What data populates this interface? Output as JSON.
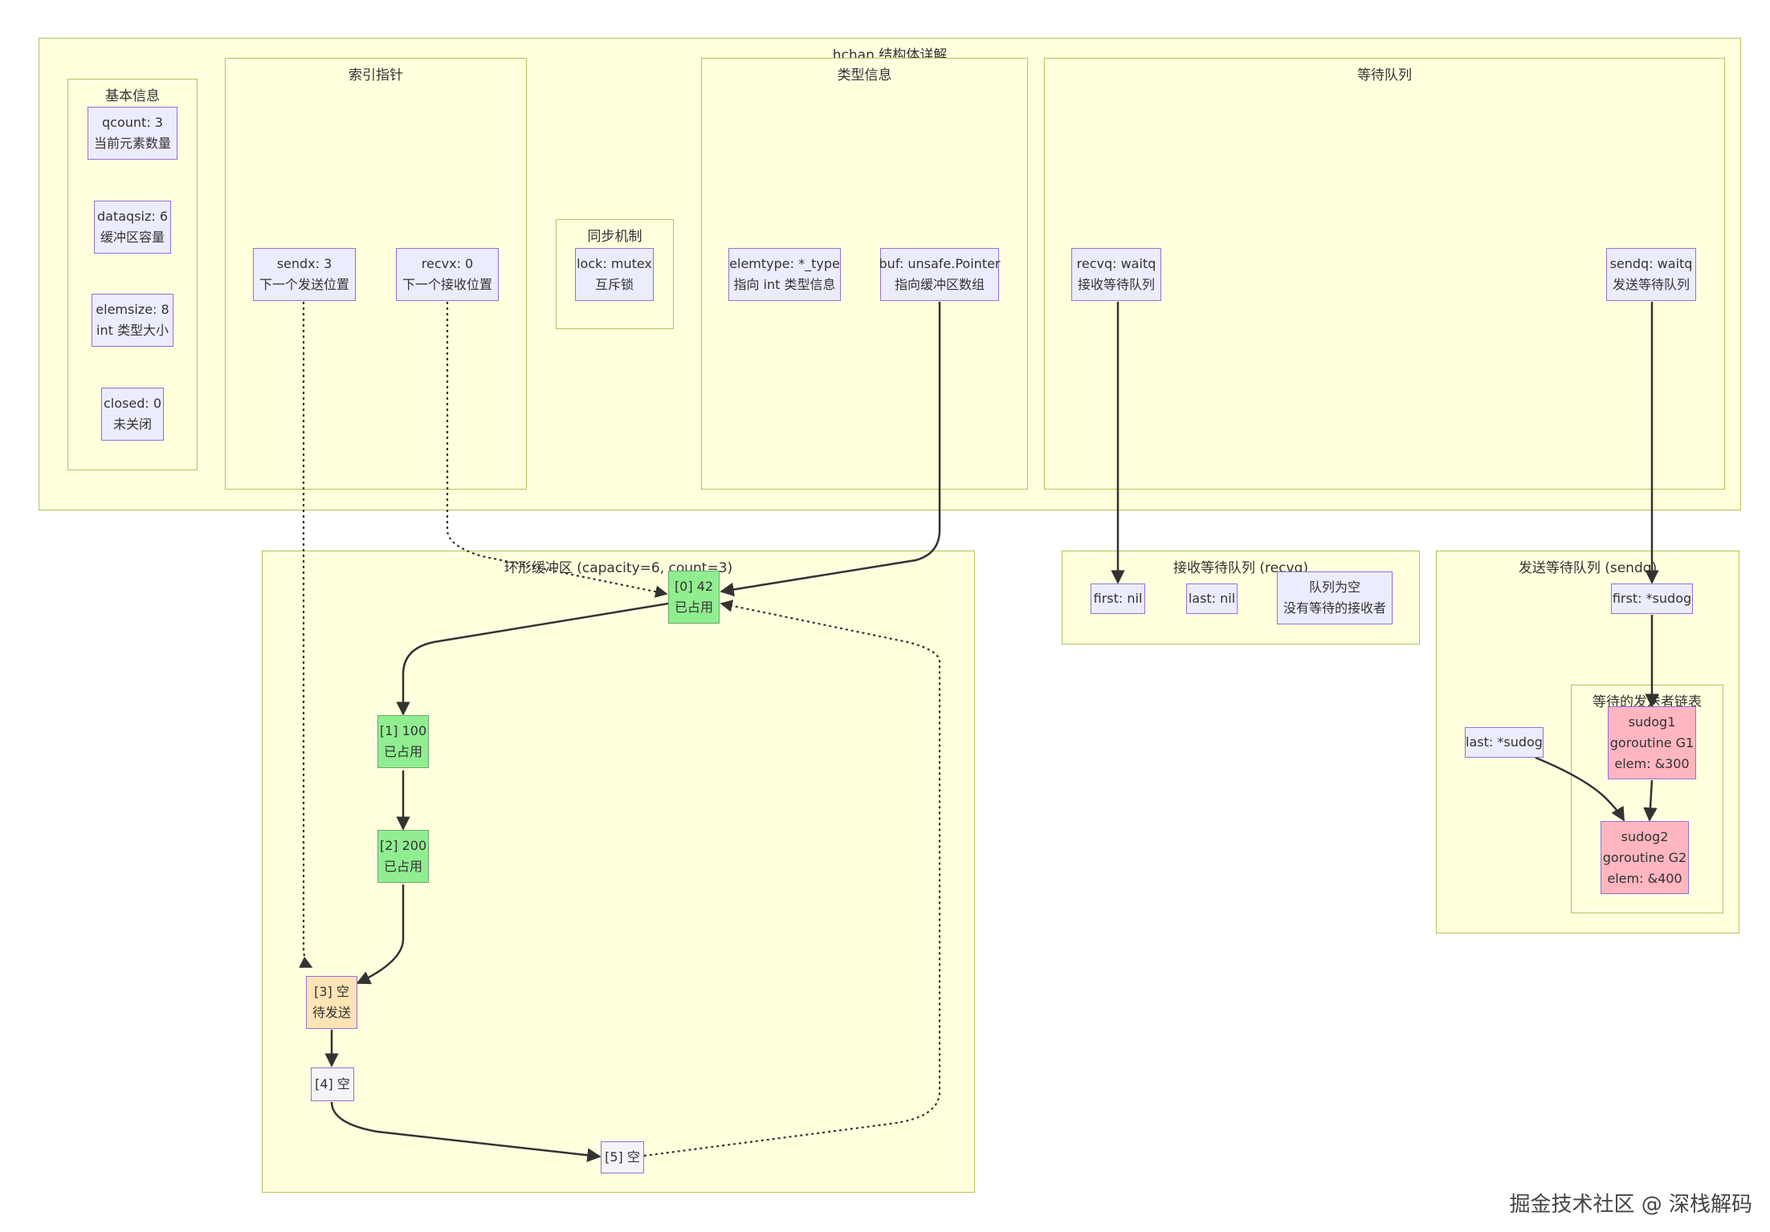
{
  "clusters": {
    "hchan": "hchan 结构体详解",
    "basic": "基本信息",
    "index": "索引指针",
    "sync": "同步机制",
    "type": "类型信息",
    "wait": "等待队列",
    "ring": "环形缓冲区 (capacity=6, count=3)",
    "recvq": "接收等待队列 (recvq)",
    "sendq": "发送等待队列 (sendq)",
    "sudog_list": "等待的发送者链表"
  },
  "nodes": {
    "qcount": [
      "qcount: 3",
      "当前元素数量"
    ],
    "dataqsiz": [
      "dataqsiz: 6",
      "缓冲区容量"
    ],
    "elemsize": [
      "elemsize: 8",
      "int 类型大小"
    ],
    "closed": [
      "closed: 0",
      "未关闭"
    ],
    "sendx": [
      "sendx: 3",
      "下一个发送位置"
    ],
    "recvx": [
      "recvx: 0",
      "下一个接收位置"
    ],
    "lock": [
      "lock: mutex",
      "互斥锁"
    ],
    "elemtype": [
      "elemtype: *_type",
      "指向 int 类型信息"
    ],
    "buf": [
      "buf: unsafe.Pointer",
      "指向缓冲区数组"
    ],
    "recvq_field": [
      "recvq: waitq",
      "接收等待队列"
    ],
    "sendq_field": [
      "sendq: waitq",
      "发送等待队列"
    ],
    "slot0": [
      "[0] 42",
      "已占用"
    ],
    "slot1": [
      "[1] 100",
      "已占用"
    ],
    "slot2": [
      "[2] 200",
      "已占用"
    ],
    "slot3": [
      "[3] 空",
      "待发送"
    ],
    "slot4": [
      "[4] 空"
    ],
    "slot5": [
      "[5] 空"
    ],
    "recv_first": [
      "first: nil"
    ],
    "recv_last": [
      "last: nil"
    ],
    "recv_empty": [
      "队列为空",
      "没有等待的接收者"
    ],
    "send_first": [
      "first: *sudog"
    ],
    "send_last": [
      "last: *sudog"
    ],
    "sudog1": [
      "sudog1",
      "goroutine G1",
      "elem: &300"
    ],
    "sudog2": [
      "sudog2",
      "goroutine G2",
      "elem: &400"
    ]
  },
  "colors": {
    "cluster_fill": "#ffffde",
    "cluster_border": "#b5c35a",
    "node_fill": "#ececff",
    "node_border": "#9370db",
    "occupied": "#90ee90",
    "pending": "#ffe4b5",
    "waiting_goroutine": "#ffb6c1"
  },
  "watermark": "掘金技术社区 @ 深栈解码"
}
